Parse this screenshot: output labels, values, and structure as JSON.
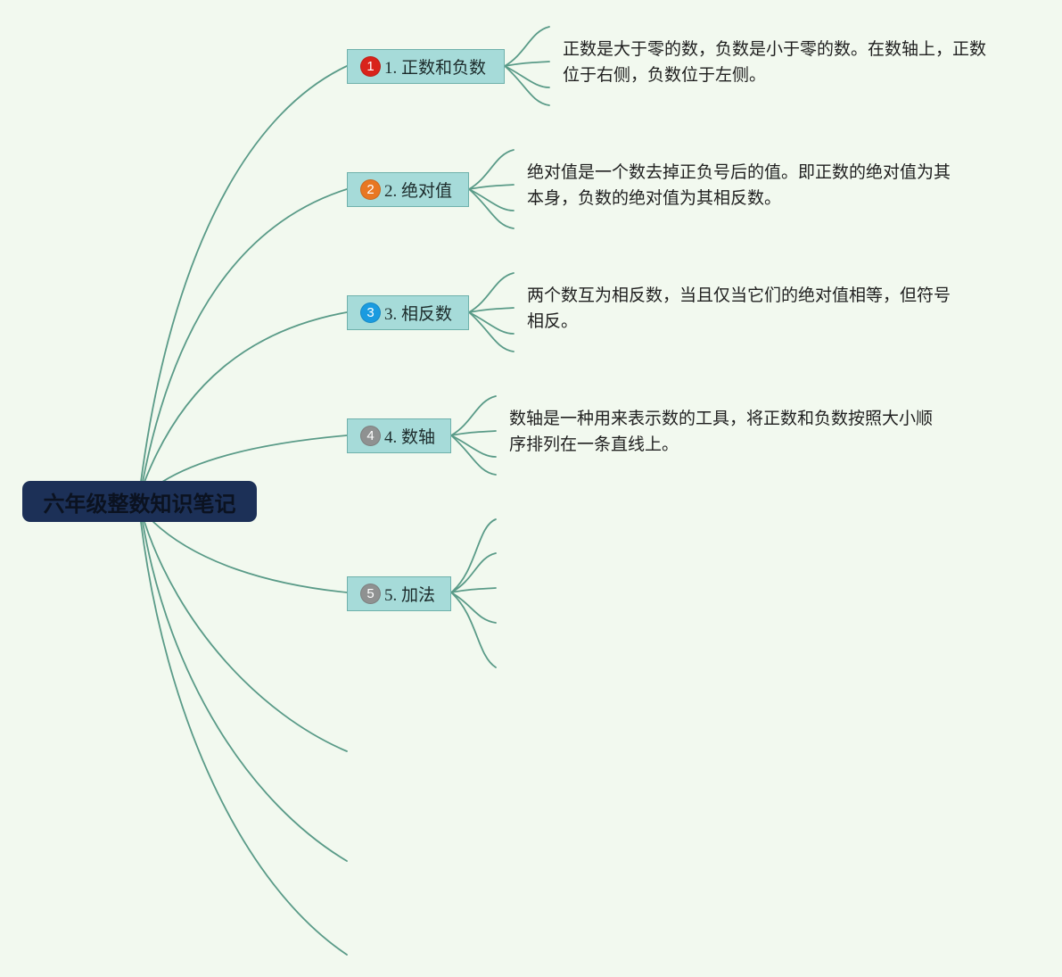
{
  "root": {
    "title": "六年级整数知识笔记"
  },
  "colors": {
    "background": "#f2f9ef",
    "line": "#5a9b88",
    "root_fill": "#1c3057",
    "topic_fill": "#a6dbd9",
    "topic_border": "#6fb1ab"
  },
  "topics": [
    {
      "badge": "1",
      "badge_color": "#d9231b",
      "label": "1. 正数和负数",
      "note_lines": [
        "正数是大于零的数，负数是小于零的数。在数轴上，正数",
        "位于右侧，负数位于左侧。"
      ]
    },
    {
      "badge": "2",
      "badge_color": "#e87722",
      "label": "2. 绝对值",
      "note_lines": [
        "绝对值是一个数去掉正负号后的值。即正数的绝对值为其",
        "本身，负数的绝对值为其相反数。"
      ]
    },
    {
      "badge": "3",
      "badge_color": "#1a9be0",
      "label": "3. 相反数",
      "note_lines": [
        "两个数互为相反数，当且仅当它们的绝对值相等，但符号",
        "相反。"
      ]
    },
    {
      "badge": "4",
      "badge_color": "#8f9191",
      "label": "4. 数轴",
      "note_lines": [
        "数轴是一种用来表示数的工具，将正数和负数按照大小顺",
        "序排列在一条直线上。"
      ]
    },
    {
      "badge": "5",
      "badge_color": "#8f9191",
      "label": "5. 加法",
      "note_lines": []
    }
  ]
}
